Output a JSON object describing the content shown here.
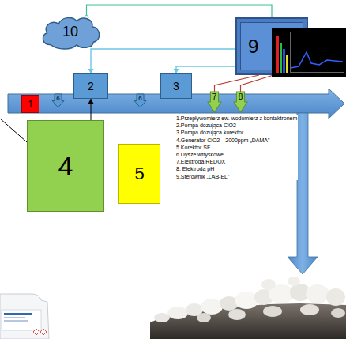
{
  "diagram": {
    "nodes": [
      {
        "text": [
          "10"
        ]
      },
      {
        "text": [
          "9"
        ]
      },
      {
        "text": [
          "2"
        ]
      },
      {
        "text": [
          "3"
        ]
      },
      {
        "text": [
          "1"
        ]
      },
      {
        "text": [
          "6"
        ]
      },
      {
        "text": [
          "6"
        ]
      },
      {
        "text": [
          "7"
        ]
      },
      {
        "text": [
          "8"
        ]
      },
      {
        "text": [
          "4"
        ]
      },
      {
        "text": [
          "5"
        ]
      }
    ],
    "edges": [
      {
        "from": 0,
        "to": 1,
        "arrow": "none"
      },
      {
        "from": 1,
        "to": 2,
        "arrow": "to"
      },
      {
        "from": 1,
        "to": 3,
        "arrow": "to"
      },
      {
        "from": 1,
        "to": 7,
        "arrow": "none"
      },
      {
        "from": 1,
        "to": 8,
        "arrow": "none"
      },
      {
        "from": 9,
        "to": 2,
        "arrow": "to"
      }
    ],
    "labels": [
      "1.Przepływomierz ew. wodomierz z kontaktronem",
      "2.Pompa dozująca ClO2",
      "3.Pompa dozująca korektor",
      "4.Generator ClO2—2000ppm „DAMA”",
      "5.Korektor SF",
      "6.Dysze wtryskowe",
      "7.Elektroda REDOX",
      "8. Elektroda pH",
      "9.Sterownik „LAB-EL”"
    ]
  }
}
